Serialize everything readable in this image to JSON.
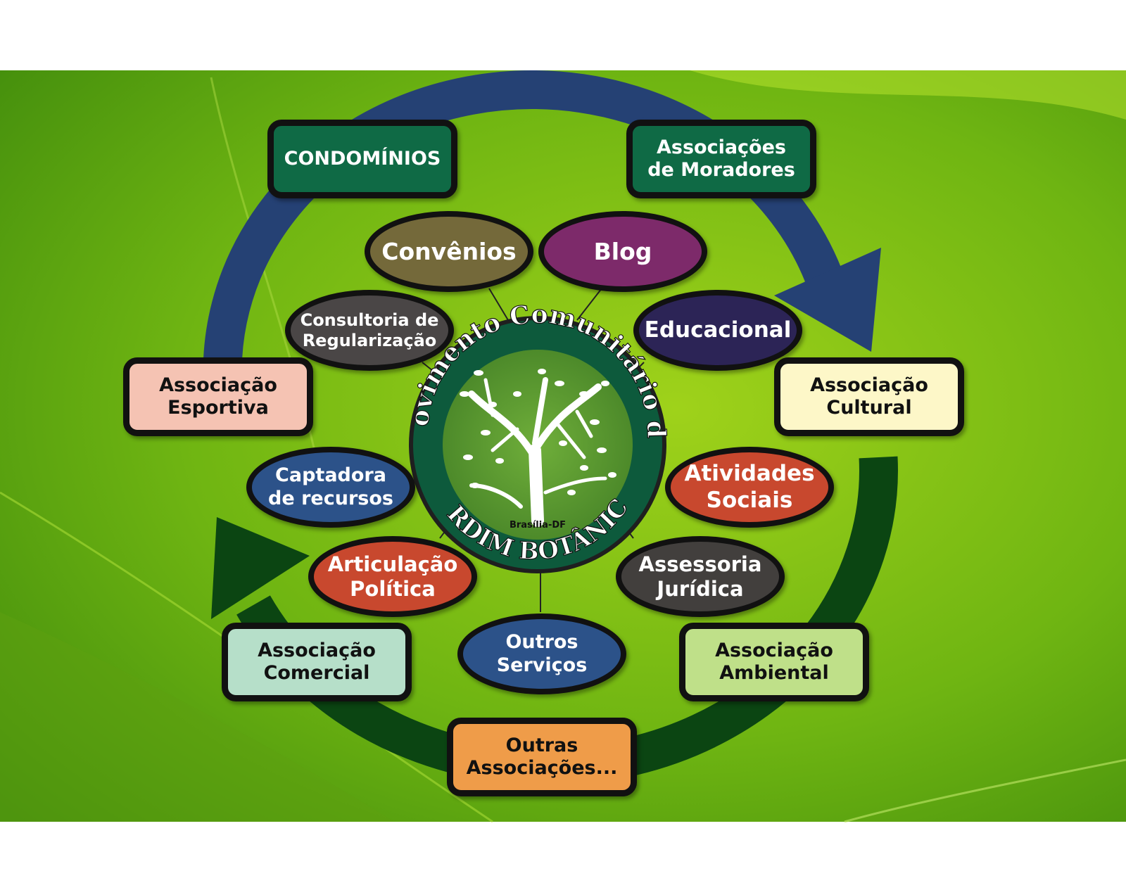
{
  "logo": {
    "arc_top": "Movimento Comunitário do",
    "arc_bottom": "JARDIM BOTÂNICO",
    "city": "Brasília-DF"
  },
  "boxes": [
    {
      "id": "condominios",
      "label": "CONDOMÍNIOS",
      "fill": "#0f6a45"
    },
    {
      "id": "moradores",
      "label": "Associações\nde Moradores",
      "fill": "#0f6a45"
    },
    {
      "id": "esportiva",
      "label": "Associação\nEsportiva",
      "fill": "#f5c3b3"
    },
    {
      "id": "cultural",
      "label": "Associação\nCultural",
      "fill": "#fdf7c8"
    },
    {
      "id": "comercial",
      "label": "Associação\nComercial",
      "fill": "#b6dfc9"
    },
    {
      "id": "ambiental",
      "label": "Associação\nAmbiental",
      "fill": "#bfe089"
    },
    {
      "id": "outras",
      "label": "Outras\nAssociações...",
      "fill": "#ef9c49"
    }
  ],
  "ovals": [
    {
      "id": "convenios",
      "label": "Convênios",
      "fill": "#74693a"
    },
    {
      "id": "blog",
      "label": "Blog",
      "fill": "#7d2a6a"
    },
    {
      "id": "consultoria",
      "label": "Consultoria de\nRegularização",
      "fill": "#4a4646"
    },
    {
      "id": "educacional",
      "label": "Educacional",
      "fill": "#2c2456"
    },
    {
      "id": "captadora",
      "label": "Captadora\nde recursos",
      "fill": "#2c5289"
    },
    {
      "id": "atividades",
      "label": "Atividades\nSociais",
      "fill": "#c8482e"
    },
    {
      "id": "articulacao",
      "label": "Articulação\nPolítica",
      "fill": "#c8482e"
    },
    {
      "id": "assessoria",
      "label": "Assessoria\nJurídica",
      "fill": "#423f3d"
    },
    {
      "id": "outros",
      "label": "Outros\nServiços",
      "fill": "#2c5289"
    }
  ]
}
